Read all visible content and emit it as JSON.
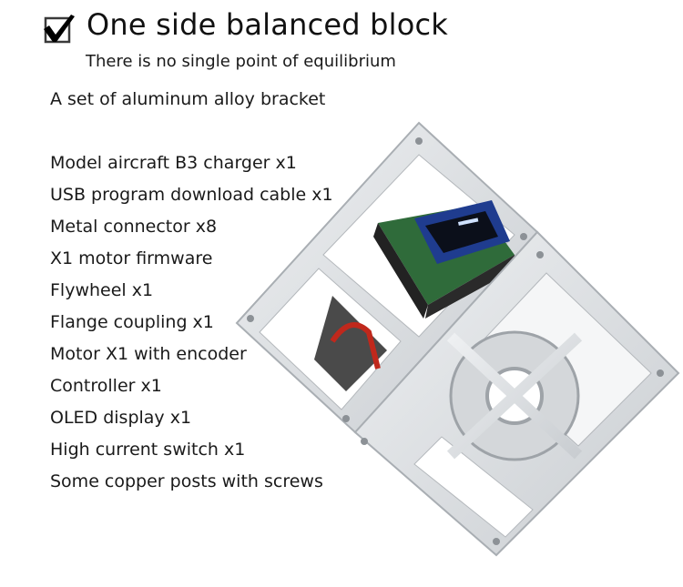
{
  "header": {
    "checkbox_icon": "checked-box-icon",
    "title": "One side balanced block",
    "subtitle": "There is no single point of equilibrium"
  },
  "package_contents": {
    "intro": "A set of aluminum alloy bracket",
    "items": [
      "Model aircraft B3 charger x1",
      "USB program download cable x1",
      "Metal connector x8",
      "X1 motor firmware",
      "Flywheel x1",
      "Flange coupling x1",
      "Motor X1 with encoder",
      "Controller x1",
      "OLED display x1",
      "High current switch x1",
      "Some copper posts with screws"
    ]
  },
  "product_image": {
    "subject": "aluminum cube balancing frame with controller board, OLED display, motor and flywheel",
    "frame_color": "#d9dcdf",
    "pcb_color": "#2f6b3a",
    "oled_color": "#1f3c8f"
  }
}
